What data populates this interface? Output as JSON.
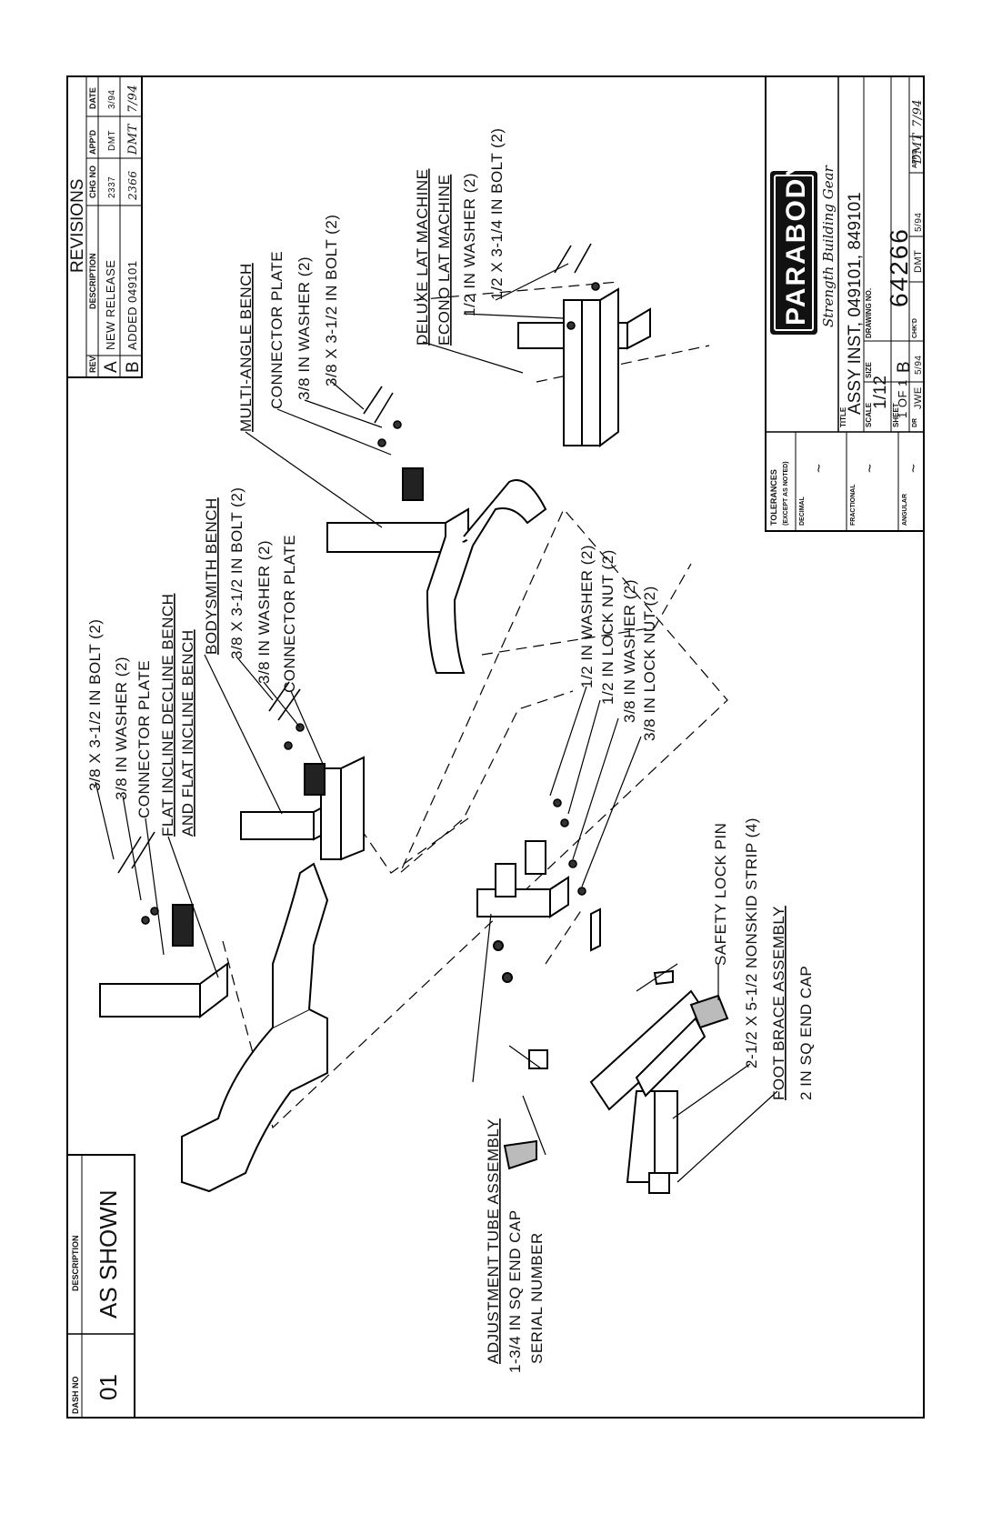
{
  "dash_table": {
    "hdr_dash": "DASH NO",
    "hdr_desc": "DESCRIPTION",
    "dash": "01",
    "desc": "AS SHOWN"
  },
  "revisions": {
    "title": "REVISIONS",
    "hdr_rev": "REV",
    "hdr_desc": "DESCRIPTION",
    "hdr_chg": "CHG NO",
    "hdr_appd": "APP'D",
    "hdr_date": "DATE",
    "rows": [
      {
        "rev": "A",
        "desc": "NEW RELEASE",
        "chg": "2337",
        "appd": "DMT",
        "date": "3/94"
      },
      {
        "rev": "B",
        "desc": "ADDED 049101",
        "chg": "2366",
        "appd": "DMT",
        "date": "7/94"
      }
    ]
  },
  "title_block": {
    "tolerances": "TOLERANCES",
    "except": "(EXCEPT AS NOTED)",
    "decimal": "DECIMAL",
    "fractional": "FRACTIONAL",
    "angular": "ANGULAR",
    "tilde": "~",
    "logo": "PARABODY",
    "tagline": "Strength Building Gear",
    "title_lbl": "TITLE",
    "title": "ASSY INST, 049101, 849101",
    "scale_lbl": "SCALE",
    "scale": "1/12",
    "size_lbl": "SIZE",
    "size": "B",
    "drawing_no_lbl": "DRAWING NO.",
    "drawing_no": "64266",
    "sheet_lbl": "SHEET",
    "sheet": "1 OF 1",
    "dr_lbl": "DR",
    "dr": "JWE",
    "dr_date": "5/94",
    "chkd_lbl": "CHK'D",
    "chkd": "DMT",
    "chkd_date": "5/94",
    "appd_lbl": "APP'D",
    "appd": "DMT",
    "appd_date": "7/94"
  },
  "labels": {
    "flat_bolt": "3/8 X 3-1/2 IN BOLT (2)",
    "flat_washer": "3/8 IN WASHER (2)",
    "flat_plate": "CONNECTOR PLATE",
    "flat_title1": "FLAT INCLINE DECLINE BENCH",
    "flat_title2": "AND FLAT INCLINE BENCH",
    "body_title": "BODYSMITH BENCH",
    "body_bolt": "3/8 X 3-1/2 IN BOLT (2)",
    "body_washer": "3/8 IN WASHER (2)",
    "body_plate": "CONNECTOR PLATE",
    "multi_title": "MULTI-ANGLE BENCH",
    "multi_plate": "CONNECTOR PLATE",
    "multi_washer": "3/8 IN WASHER (2)",
    "multi_bolt": "3/8 X 3-1/2 IN BOLT (2)",
    "lat_title1": "DELUXE LAT MACHINE",
    "lat_title2": "ECONO LAT MACHINE",
    "lat_washer": "1/2 IN WASHER (2)",
    "lat_bolt": "1/2 X 3-1/4 IN BOLT (2)",
    "adj_w12": "1/2 IN WASHER (2)",
    "adj_n12": "1/2 IN LOCK NUT (2)",
    "adj_w38": "3/8 IN WASHER (2)",
    "adj_n38": "3/8 IN LOCK NUT (2)",
    "safety_pin": "SAFETY LOCK PIN",
    "nonskid": "2-1/2 X 5-1/2 NONSKID STRIP (4)",
    "foot_brace": "FOOT BRACE ASSEMBLY",
    "end_cap_2": "2 IN SQ END CAP",
    "adj_tube": "ADJUSTMENT TUBE ASSEMBLY",
    "end_cap_134": "1-3/4 IN SQ END CAP",
    "serial": "SERIAL NUMBER"
  }
}
